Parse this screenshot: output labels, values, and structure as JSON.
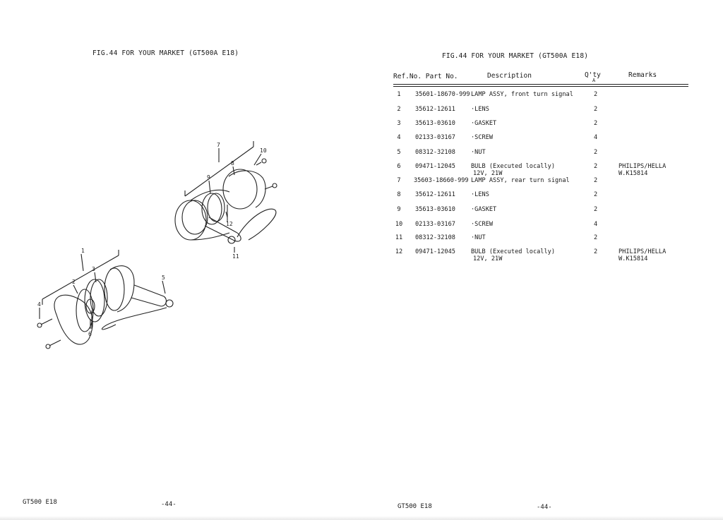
{
  "left_page": {
    "figure_title": "FIG.44  FOR YOUR MARKET (GT500A E18)",
    "callouts": [
      "1",
      "2",
      "3",
      "4",
      "5",
      "6",
      "7",
      "8",
      "9",
      "10",
      "11",
      "12"
    ],
    "footer_model": "GT500 E18",
    "footer_page": "-44-"
  },
  "right_page": {
    "figure_title": "FIG.44  FOR YOUR MARKET (GT500A E18)",
    "headers": {
      "ref_part": "Ref.No.  Part   No.",
      "description": "Description",
      "qty": "Q'ty",
      "qty_sub": "A",
      "remarks": "Remarks"
    },
    "rows": [
      {
        "ref": "1",
        "part": "35601-18670-999",
        "desc": "LAMP ASSY, front turn signal",
        "desc2": "",
        "qty": "2",
        "remarks": "",
        "remarks2": ""
      },
      {
        "ref": "2",
        "part": "35612-12611",
        "desc": "·LENS",
        "desc2": "",
        "qty": "2",
        "remarks": "",
        "remarks2": ""
      },
      {
        "ref": "3",
        "part": "35613-03610",
        "desc": "·GASKET",
        "desc2": "",
        "qty": "2",
        "remarks": "",
        "remarks2": ""
      },
      {
        "ref": "4",
        "part": "02133-03167",
        "desc": "·SCREW",
        "desc2": "",
        "qty": "4",
        "remarks": "",
        "remarks2": ""
      },
      {
        "ref": "5",
        "part": "08312-32108",
        "desc": "·NUT",
        "desc2": "",
        "qty": "2",
        "remarks": "",
        "remarks2": ""
      },
      {
        "ref": "6",
        "part": "09471-12045",
        "desc": "BULB (Executed locally)",
        "desc2": "12V, 21W",
        "qty": "2",
        "remarks": "PHILIPS/HELLA",
        "remarks2": "W.K15814"
      },
      {
        "ref": "7",
        "part": "35603-18660-999",
        "desc": "LAMP ASSY, rear turn signal",
        "desc2": "",
        "qty": "2",
        "remarks": "",
        "remarks2": ""
      },
      {
        "ref": "8",
        "part": "35612-12611",
        "desc": "·LENS",
        "desc2": "",
        "qty": "2",
        "remarks": "",
        "remarks2": ""
      },
      {
        "ref": "9",
        "part": "35613-03610",
        "desc": "·GASKET",
        "desc2": "",
        "qty": "2",
        "remarks": "",
        "remarks2": ""
      },
      {
        "ref": "10",
        "part": "02133-03167",
        "desc": "·SCREW",
        "desc2": "",
        "qty": "4",
        "remarks": "",
        "remarks2": ""
      },
      {
        "ref": "11",
        "part": "08312-32108",
        "desc": "·NUT",
        "desc2": "",
        "qty": "2",
        "remarks": "",
        "remarks2": ""
      },
      {
        "ref": "12",
        "part": "09471-12045",
        "desc": "BULB (Executed locally)",
        "desc2": "12V, 21W",
        "qty": "2",
        "remarks": "PHILIPS/HELLA",
        "remarks2": "W.K15814"
      }
    ],
    "footer_model": "GT500 E18",
    "footer_page": "-44-"
  }
}
